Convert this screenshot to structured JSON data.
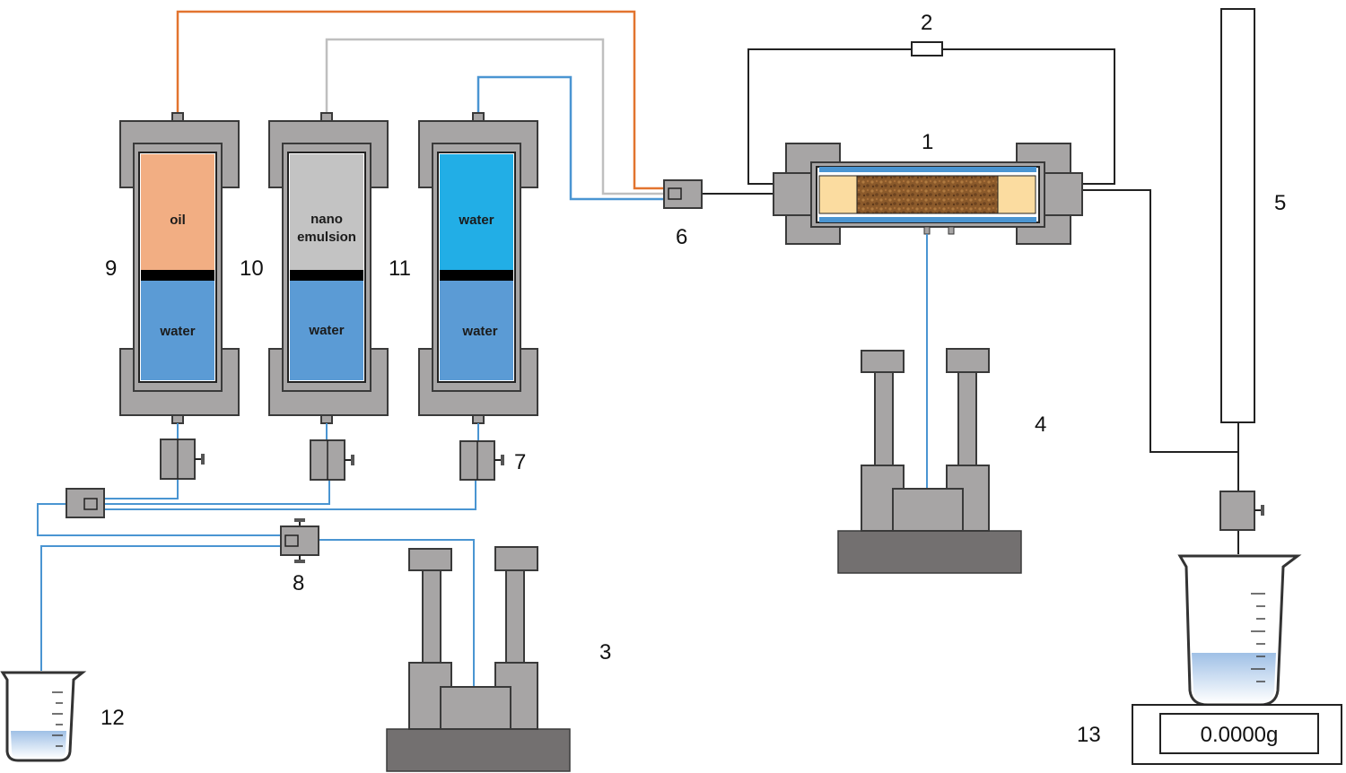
{
  "labels": {
    "core_holder": "1",
    "pressure_gauge": "2",
    "pump_left": "3",
    "pump_confining": "4",
    "burette": "5",
    "valve_inlet": "6",
    "valve_7": "7",
    "valve_8": "8",
    "vessel_oil": "9",
    "vessel_nano": "10",
    "vessel_water": "11",
    "beaker_left": "12",
    "balance": "13"
  },
  "vessels": [
    {
      "top_fluid_line1": "oil",
      "top_fluid_line2": "",
      "bottom_fluid": "water"
    },
    {
      "top_fluid_line1": "nano",
      "top_fluid_line2": "emulsion",
      "bottom_fluid": "water"
    },
    {
      "top_fluid_line1": "water",
      "top_fluid_line2": "",
      "bottom_fluid": "water"
    }
  ],
  "balance_readout": "0.0000g",
  "colors": {
    "oil": "#f2ae83",
    "nano_emulsion": "#c3c3c3",
    "water_top": "#22aee6",
    "water_bottom": "#5b9bd5",
    "oil_line": "#e2742f",
    "nano_line": "#bfbfbf",
    "water_line": "#4a95d2",
    "core_sand": "#8b5a2b",
    "plug": "#fbdca0"
  }
}
